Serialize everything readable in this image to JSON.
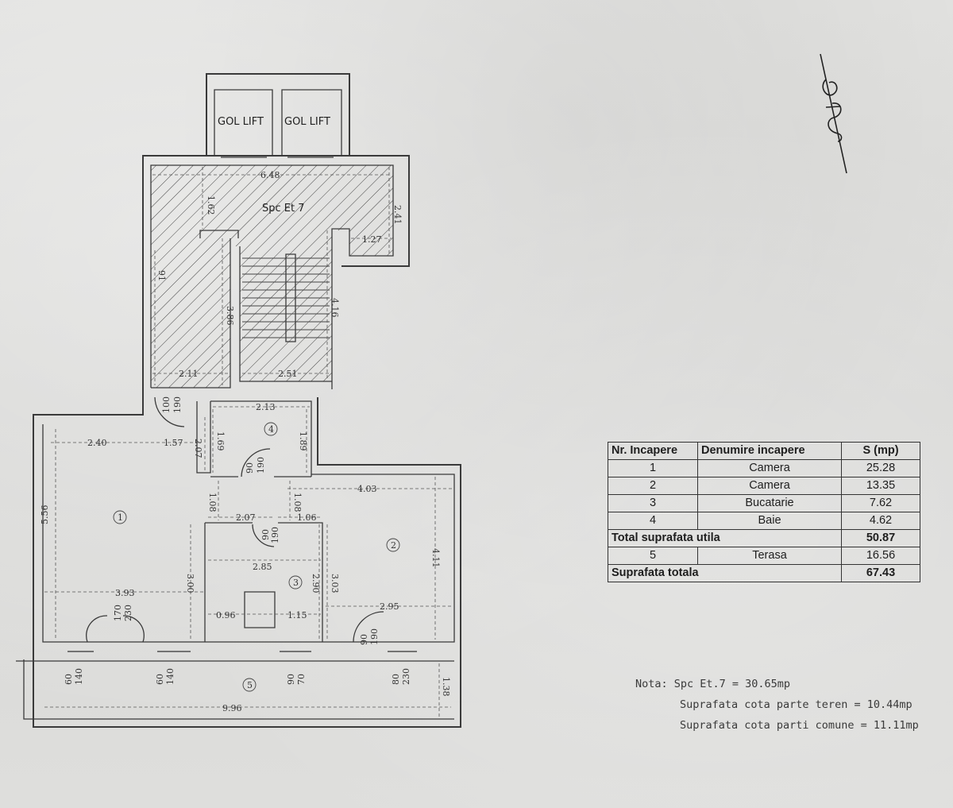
{
  "plan": {
    "lift_left": "GOL LIFT",
    "lift_right": "GOL LIFT",
    "spc_label": "Spc Et 7",
    "dims": {
      "d648": "6.48",
      "d162": "1.62",
      "d241": "2.41",
      "d127": "1.27",
      "d386": "3.86",
      "d416": "4.16",
      "d211": "2.11",
      "d251": "2.51",
      "d91": "91",
      "d213": "2.13",
      "d169": "1.69",
      "d189": "1.89",
      "d240": "2.40",
      "d157": "1.57",
      "d207v": "2.07",
      "d403": "4.03",
      "d108a": "1.08",
      "d108b": "1.08",
      "d207": "2.07",
      "d106": "1.06",
      "d556": "5.56",
      "d411": "4.11",
      "d285": "2.85",
      "d300": "3.00",
      "d290": "2.90",
      "d303": "3.03",
      "d393": "3.93",
      "d096": "0.96",
      "d115": "1.15",
      "d295": "2.95",
      "d996": "9.96",
      "d138": "1.38"
    },
    "doors": {
      "door_a": "100",
      "door_a2": "190",
      "door_b": "90",
      "door_b2": "190",
      "door_c": "90",
      "door_c2": "190",
      "door_d": "170",
      "door_d2": "230",
      "door_e": "90",
      "door_e2": "190",
      "win_a": "60",
      "win_a2": "140",
      "win_b": "60",
      "win_b2": "140",
      "win_c": "90",
      "win_c2": "70",
      "win_d": "80",
      "win_d2": "230"
    },
    "rooms": {
      "r1": "1",
      "r2": "2",
      "r3": "3",
      "r4": "4",
      "r5": "5"
    }
  },
  "table": {
    "headers": [
      "Nr. Incapere",
      "Denumire incapere",
      "S (mp)"
    ],
    "rows": [
      {
        "nr": "1",
        "name": "Camera",
        "s": "25.28"
      },
      {
        "nr": "2",
        "name": "Camera",
        "s": "13.35"
      },
      {
        "nr": "3",
        "name": "Bucatarie",
        "s": "7.62"
      },
      {
        "nr": "4",
        "name": "Baie",
        "s": "4.62"
      }
    ],
    "total_util_label": "Total suprafata utila",
    "total_util_value": "50.87",
    "terrace": {
      "nr": "5",
      "name": "Terasa",
      "s": "16.56"
    },
    "total_label": "Suprafata totala",
    "total_value": "67.43"
  },
  "notes": {
    "line1": "Nota: Spc Et.7 = 30.65mp",
    "line2": "Suprafata cota parte teren = 10.44mp",
    "line3": "Suprafata cota parti comune = 11.11mp"
  }
}
